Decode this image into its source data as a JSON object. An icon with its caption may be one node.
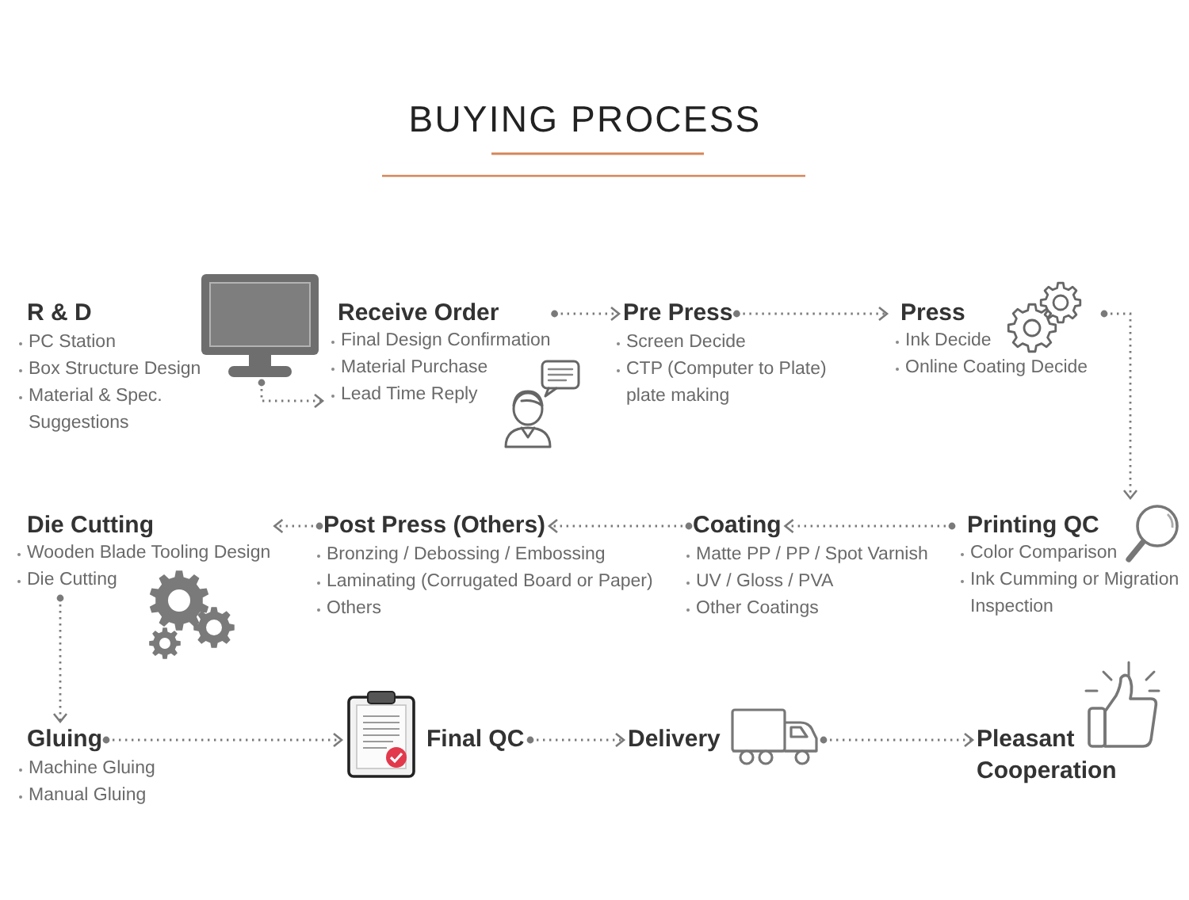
{
  "diagram": {
    "title": "BUYING PROCESS",
    "nodes": [
      {
        "text": [
          "R & D",
          "PC Station",
          "Box Structure Design",
          "Material & Spec. Suggestions"
        ]
      },
      {
        "text": [],
        "shape": "picture"
      },
      {
        "text": [
          "Receive Order",
          "Final Design Confirmation",
          "Material Purchase",
          "Lead Time Reply"
        ]
      },
      {
        "text": [
          "Pre Press",
          "Screen Decide",
          "CTP (Computer to Plate) plate making"
        ]
      },
      {
        "text": [
          "Press",
          "Ink Decide",
          "Online Coating Decide"
        ]
      },
      {
        "text": [
          "Die Cutting",
          "Wooden Blade Tooling Design",
          "Die Cutting"
        ]
      },
      {
        "text": [
          "Post Press (Others)",
          "Bronzing / Debossing / Embossing",
          "Laminating (Corrugated Board or Paper)",
          "Others"
        ]
      },
      {
        "text": [
          "Coating",
          "Matte PP / PP / Spot Varnish",
          "UV / Gloss / PVA",
          "Other Coatings"
        ]
      },
      {
        "text": [
          "Printing QC",
          "Color Comparison",
          "Ink Cumming or Migration Inspection"
        ]
      },
      {
        "text": [
          "Gluing",
          "Machine Gluing",
          "Manual Gluing"
        ]
      },
      {
        "text": [
          "Final QC"
        ]
      },
      {
        "text": [
          "Delivery"
        ]
      },
      {
        "text": [
          "Pleasant Cooperation"
        ]
      }
    ],
    "edges": [
      {
        "from": 1,
        "to": 2,
        "arrow": "to"
      },
      {
        "from": 2,
        "to": 3,
        "arrow": "to"
      },
      {
        "from": 3,
        "to": 4,
        "arrow": "to"
      },
      {
        "from": 4,
        "to": 8,
        "arrow": "to"
      },
      {
        "from": 8,
        "to": 7,
        "arrow": "to"
      },
      {
        "from": 7,
        "to": 6,
        "arrow": "to"
      },
      {
        "from": 6,
        "to": 5,
        "arrow": "to"
      },
      {
        "from": 5,
        "to": 9,
        "arrow": "to"
      },
      {
        "from": 9,
        "to": 10,
        "arrow": "to"
      },
      {
        "from": 10,
        "to": 11,
        "arrow": "to"
      },
      {
        "from": 11,
        "to": 12,
        "arrow": "to"
      }
    ]
  }
}
